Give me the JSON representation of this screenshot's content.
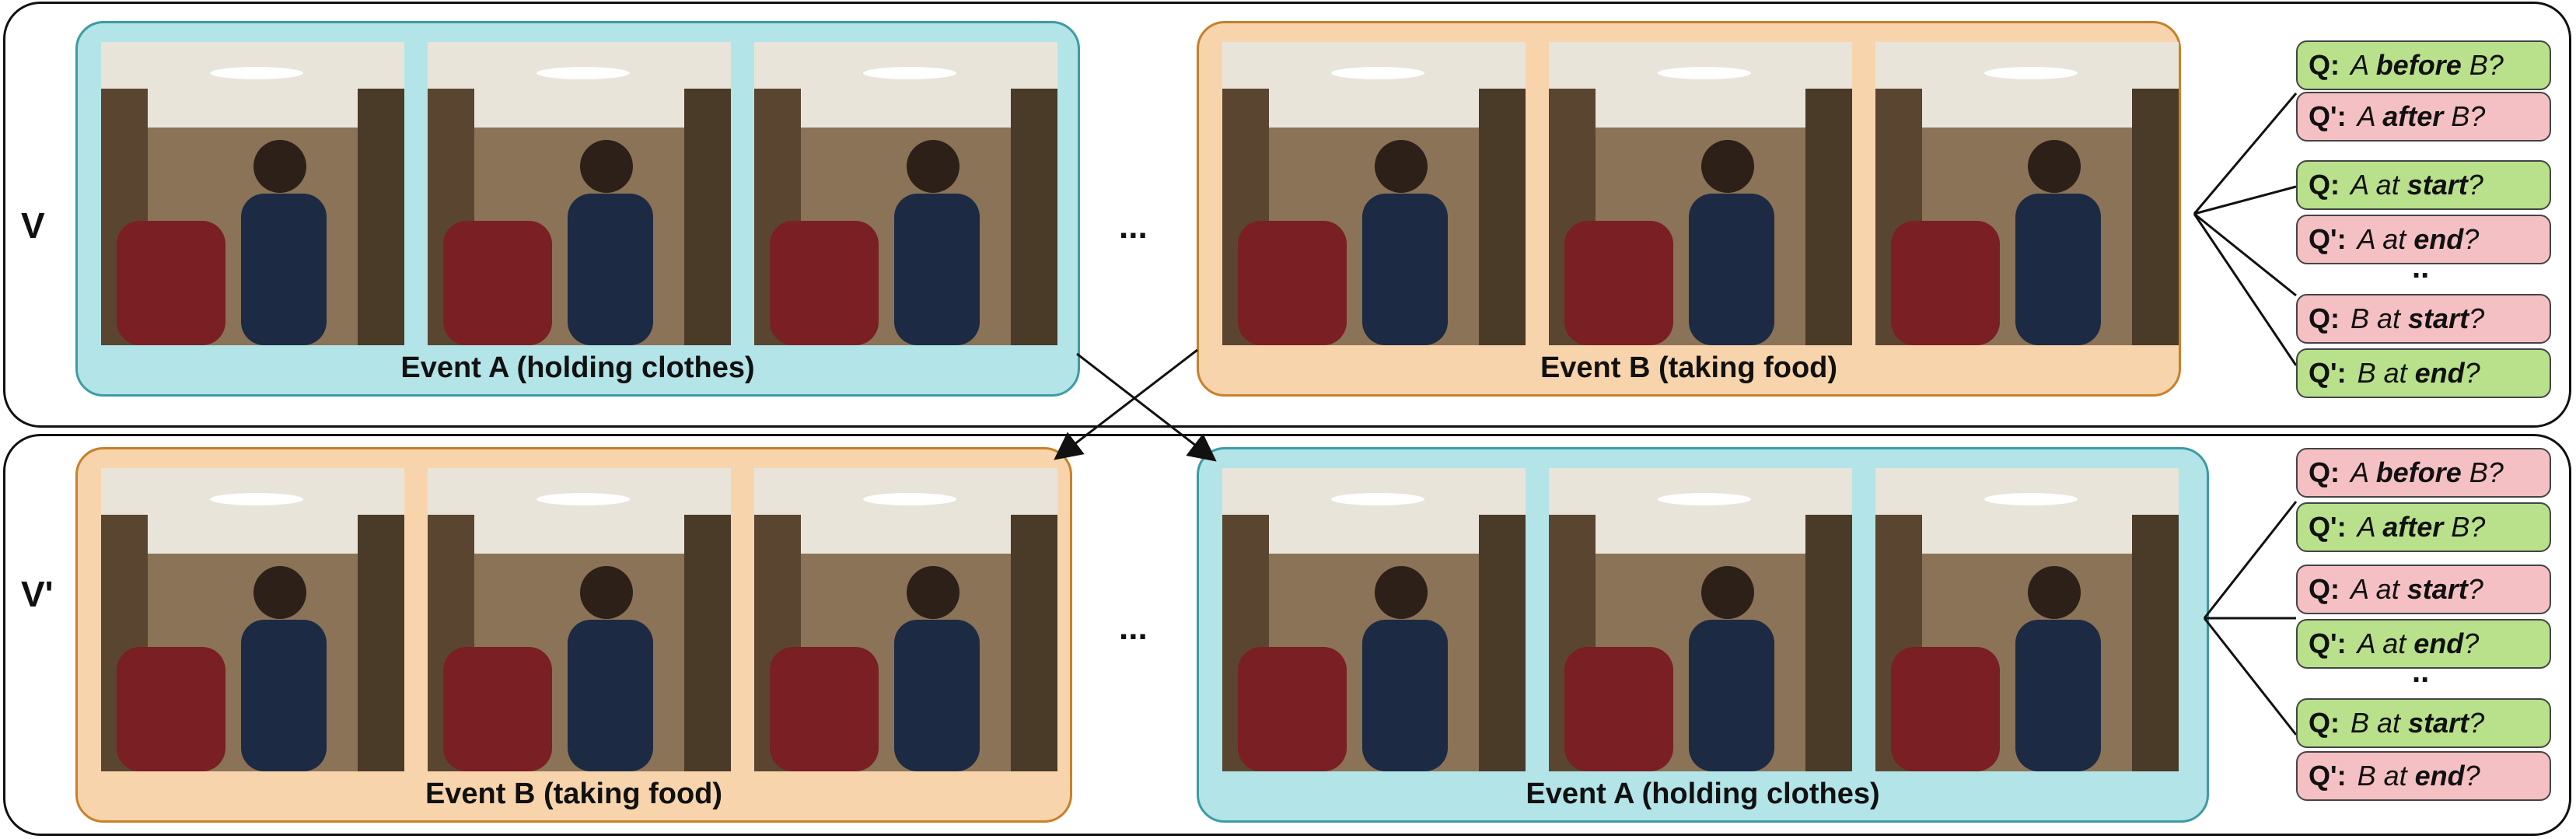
{
  "rows": [
    {
      "label": "V",
      "left_event": {
        "label": "Event A (holding clothes)",
        "action": "holding clothes"
      },
      "right_event": {
        "label": "Event B (taking food)",
        "action": "taking food"
      },
      "ellipsis": "...",
      "questions": [
        {
          "tag": "Q:",
          "pre": "A ",
          "kw": "before",
          "post": " B?",
          "color": "green"
        },
        {
          "tag": "Q':",
          "pre": "A ",
          "kw": "after",
          "post": " B?",
          "color": "red"
        },
        {
          "tag": "Q:",
          "pre": "A at ",
          "kw": "start",
          "post": "?",
          "color": "green"
        },
        {
          "tag": "Q':",
          "pre": "A at ",
          "kw": "end",
          "post": "?",
          "color": "red"
        },
        {
          "tag": "Q:",
          "pre": "B at ",
          "kw": "start",
          "post": "?",
          "color": "red"
        },
        {
          "tag": "Q':",
          "pre": "B at ",
          "kw": "end",
          "post": "?",
          "color": "green"
        }
      ],
      "dots": ".."
    },
    {
      "label": "V'",
      "left_event": {
        "label": "Event B (taking food)",
        "action": "taking food"
      },
      "right_event": {
        "label": "Event A (holding clothes)",
        "action": "holding clothes"
      },
      "ellipsis": "...",
      "questions": [
        {
          "tag": "Q:",
          "pre": "A ",
          "kw": "before",
          "post": " B?",
          "color": "red"
        },
        {
          "tag": "Q':",
          "pre": "A ",
          "kw": "after",
          "post": " B?",
          "color": "green"
        },
        {
          "tag": "Q:",
          "pre": "A at ",
          "kw": "start",
          "post": "?",
          "color": "red"
        },
        {
          "tag": "Q':",
          "pre": "A at ",
          "kw": "end",
          "post": "?",
          "color": "green"
        },
        {
          "tag": "Q:",
          "pre": "B at ",
          "kw": "start",
          "post": "?",
          "color": "green"
        },
        {
          "tag": "Q':",
          "pre": "B at ",
          "kw": "end",
          "post": "?",
          "color": "red"
        }
      ],
      "dots": ".."
    }
  ],
  "colors": {
    "event_a_bg": "#b3e4e8",
    "event_b_bg": "#f8d4ac",
    "correct": "#b9e08b",
    "incorrect": "#f5c0c3"
  }
}
